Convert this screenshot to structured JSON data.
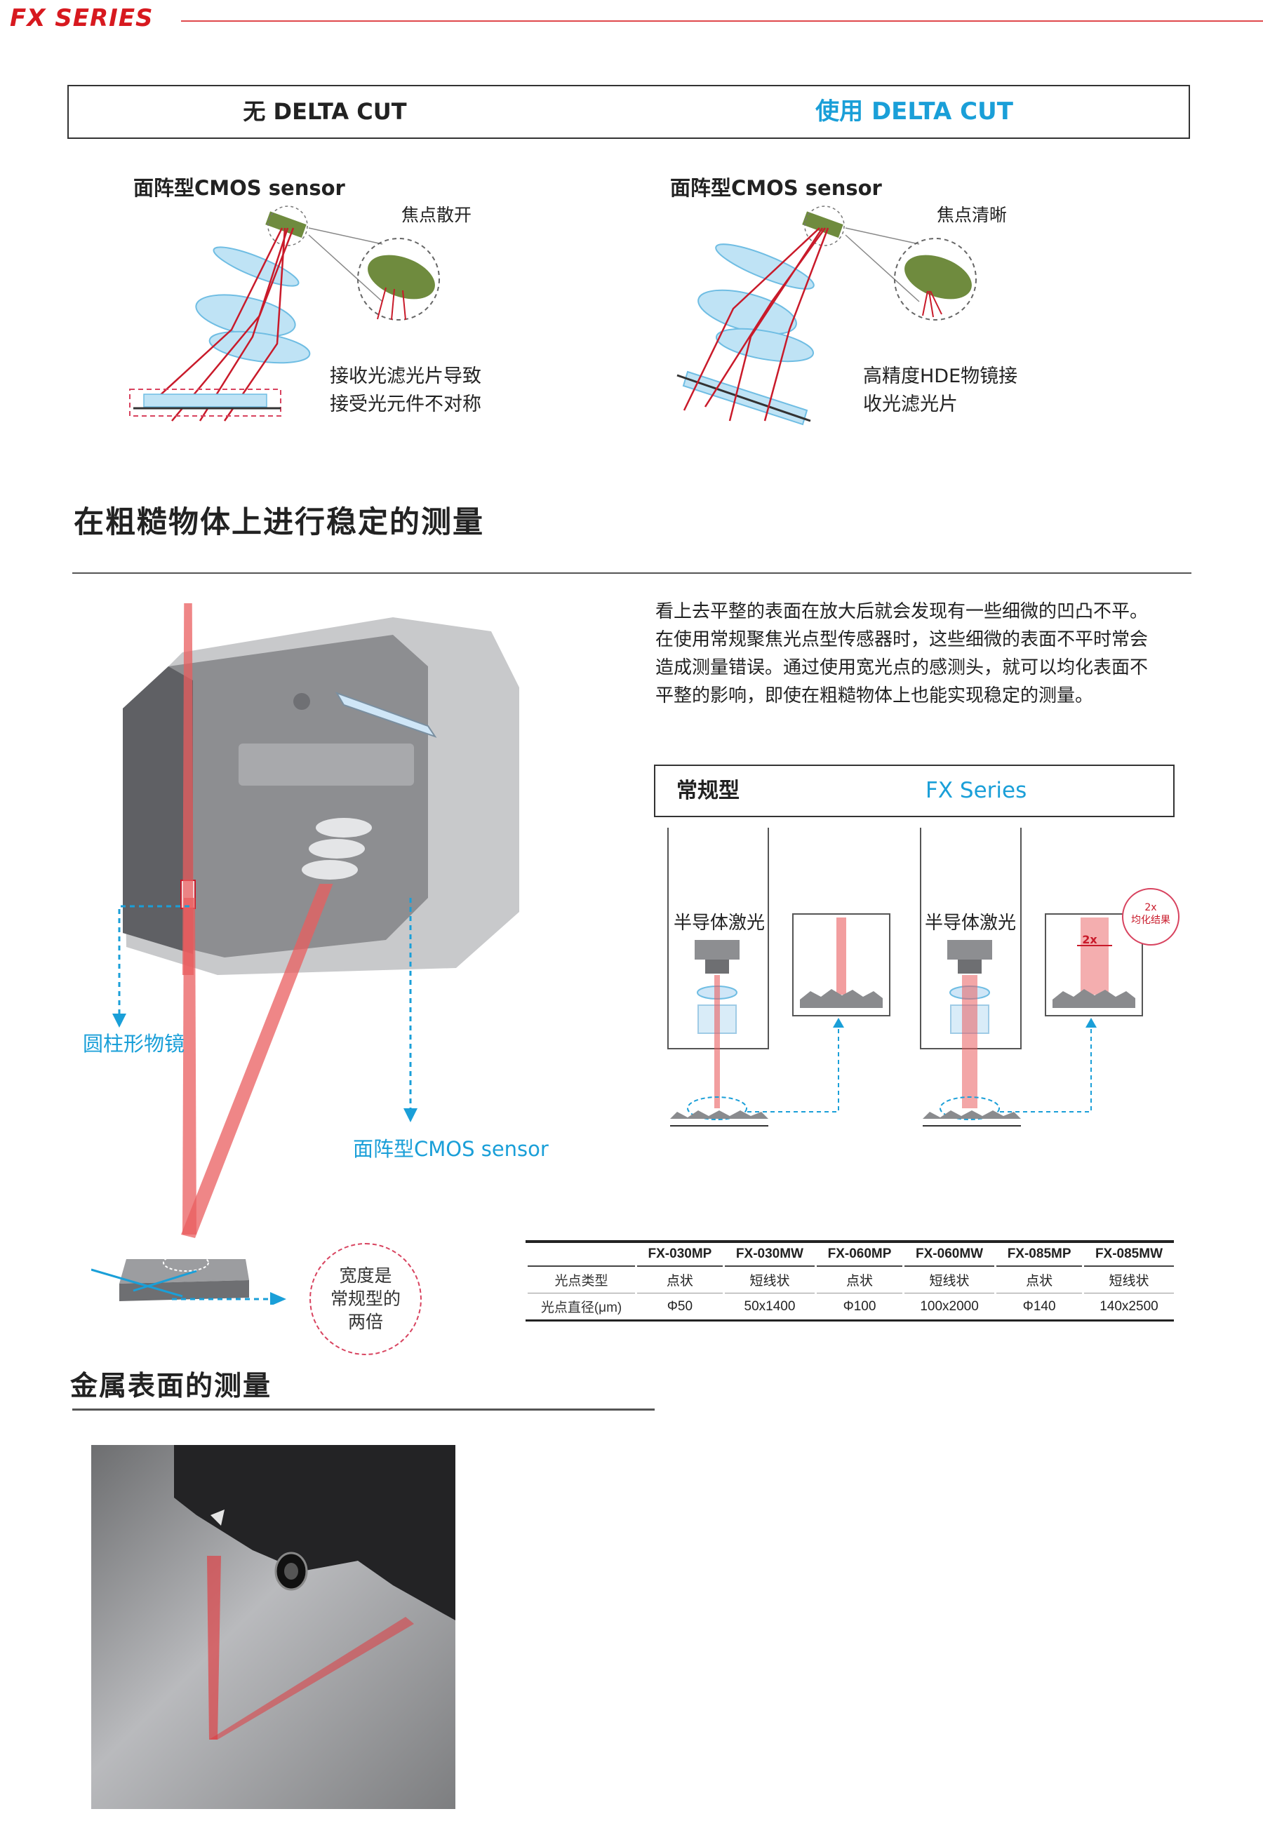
{
  "header": {
    "brand": "FX SERIES"
  },
  "compare": {
    "without": "无 DELTA CUT",
    "with": "使用 DELTA CUT"
  },
  "left_diagram": {
    "sensor_label": "面阵型CMOS sensor",
    "focus_note": "焦点散开",
    "caption_line1": "接收光滤光片导致",
    "caption_line2": "接受光元件不对称"
  },
  "right_diagram": {
    "sensor_label": "面阵型CMOS sensor",
    "focus_note": "焦点清晰",
    "caption_line1": "高精度HDE物镜接",
    "caption_line2": "收光滤光片"
  },
  "rough": {
    "title": "在粗糙物体上进行稳定的测量",
    "paragraph": [
      "看上去平整的表面在放大后就会发现有一些细微的凹凸不平。",
      "在使用常规聚焦光点型传感器时，这些细微的表面不平时常会",
      "造成测量错误。通过使用宽光点的感测头，就可以均化表面不",
      "平整的影响，即使在粗糙物体上也能实现稳定的测量。"
    ],
    "label_lens": "圆柱形物镜",
    "label_cmos": "面阵型CMOS sensor",
    "width_note": [
      "宽度是",
      "常规型的",
      "两倍"
    ]
  },
  "comparison2": {
    "conventional": "常规型",
    "fx": "FX Series",
    "laser_label": "半导体激光",
    "badge_top": "2x",
    "badge_bottom": "均化结果",
    "width_marker": "2x"
  },
  "spec_table": {
    "headers": [
      "",
      "FX-030MP",
      "FX-030MW",
      "FX-060MP",
      "FX-060MW",
      "FX-085MP",
      "FX-085MW"
    ],
    "rows": [
      [
        "光点类型",
        "点状",
        "短线状",
        "点状",
        "短线状",
        "点状",
        "短线状"
      ],
      [
        "光点直径(μm)",
        "Φ50",
        "50x1400",
        "Φ100",
        "100x2000",
        "Φ140",
        "140x2500"
      ]
    ]
  },
  "metal": {
    "title": "金属表面的测量"
  },
  "colors": {
    "brand_red": "#d7191f",
    "accent_blue": "#1a9fd8",
    "laser_red": "#e8505a",
    "focus_pink": "#d8435f"
  }
}
